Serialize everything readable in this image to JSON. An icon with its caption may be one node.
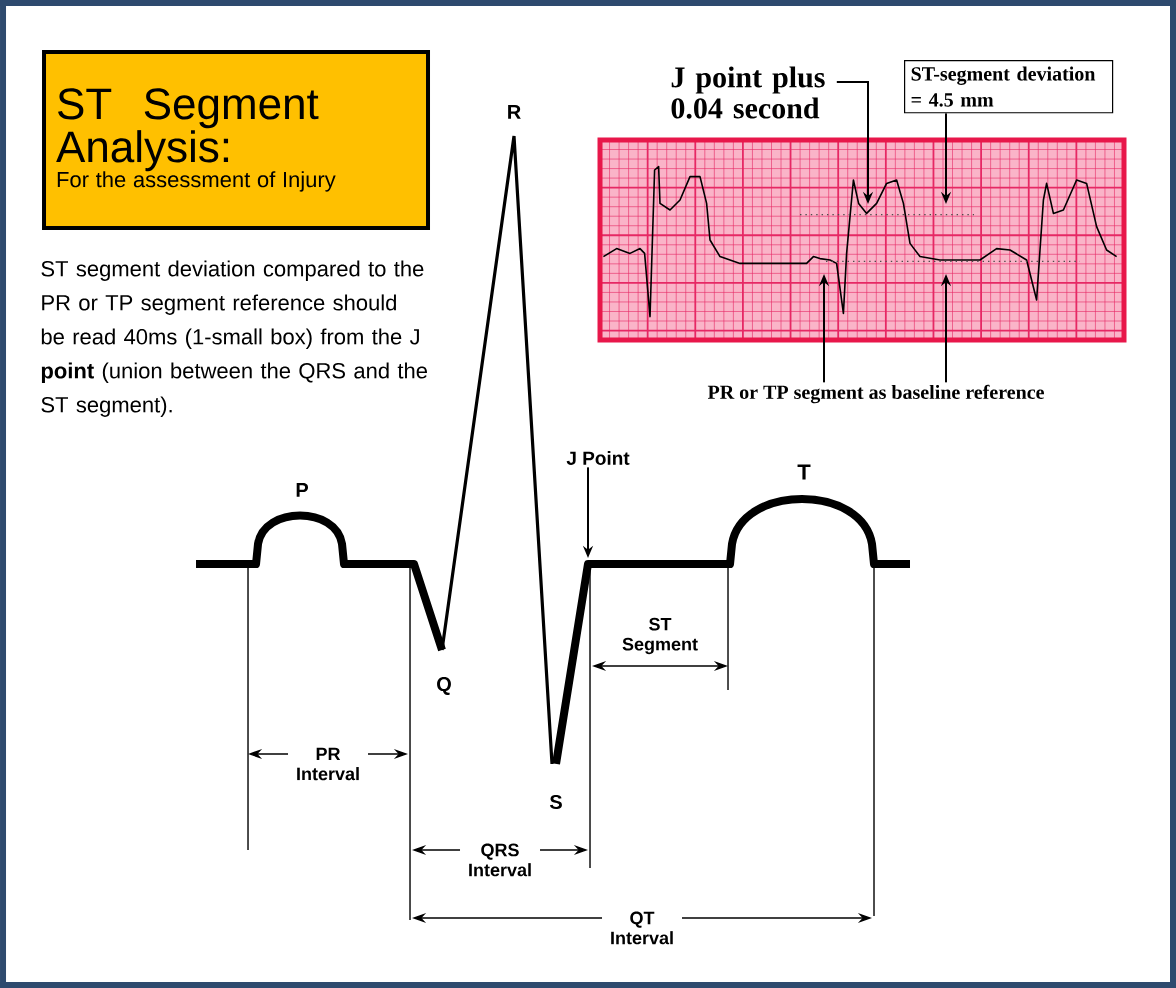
{
  "diagram": {
    "nodes": [
      {
        "text": [
          "ST Segment Analysis:",
          "For the assessment of Injury"
        ]
      },
      {
        "text": [
          "J point plus 0.04 second"
        ]
      },
      {
        "text": [
          "ST-segment deviation = 4.5 mm"
        ]
      },
      {
        "text": [
          "PR or TP segment as baseline reference"
        ]
      },
      {
        "text": [
          "J Point"
        ]
      }
    ],
    "edges": [
      {
        "from": 1,
        "to": null,
        "arrow": "to"
      },
      {
        "from": 2,
        "to": null,
        "arrow": "to"
      },
      {
        "from": 3,
        "to": null,
        "arrow": "to"
      },
      {
        "from": 3,
        "to": null,
        "arrow": "to"
      },
      {
        "from": 4,
        "to": null,
        "arrow": "to"
      }
    ],
    "labels": [
      "ST segment deviation compared to the PR or TP segment reference should be read 40ms (1-small box) from the J **point** (union between the QRS and the ST segment).",
      "R",
      "P",
      "T",
      "Q",
      "ST Segment",
      "S",
      "PR Interval",
      "QRS Interval",
      "QT Interval"
    ]
  }
}
